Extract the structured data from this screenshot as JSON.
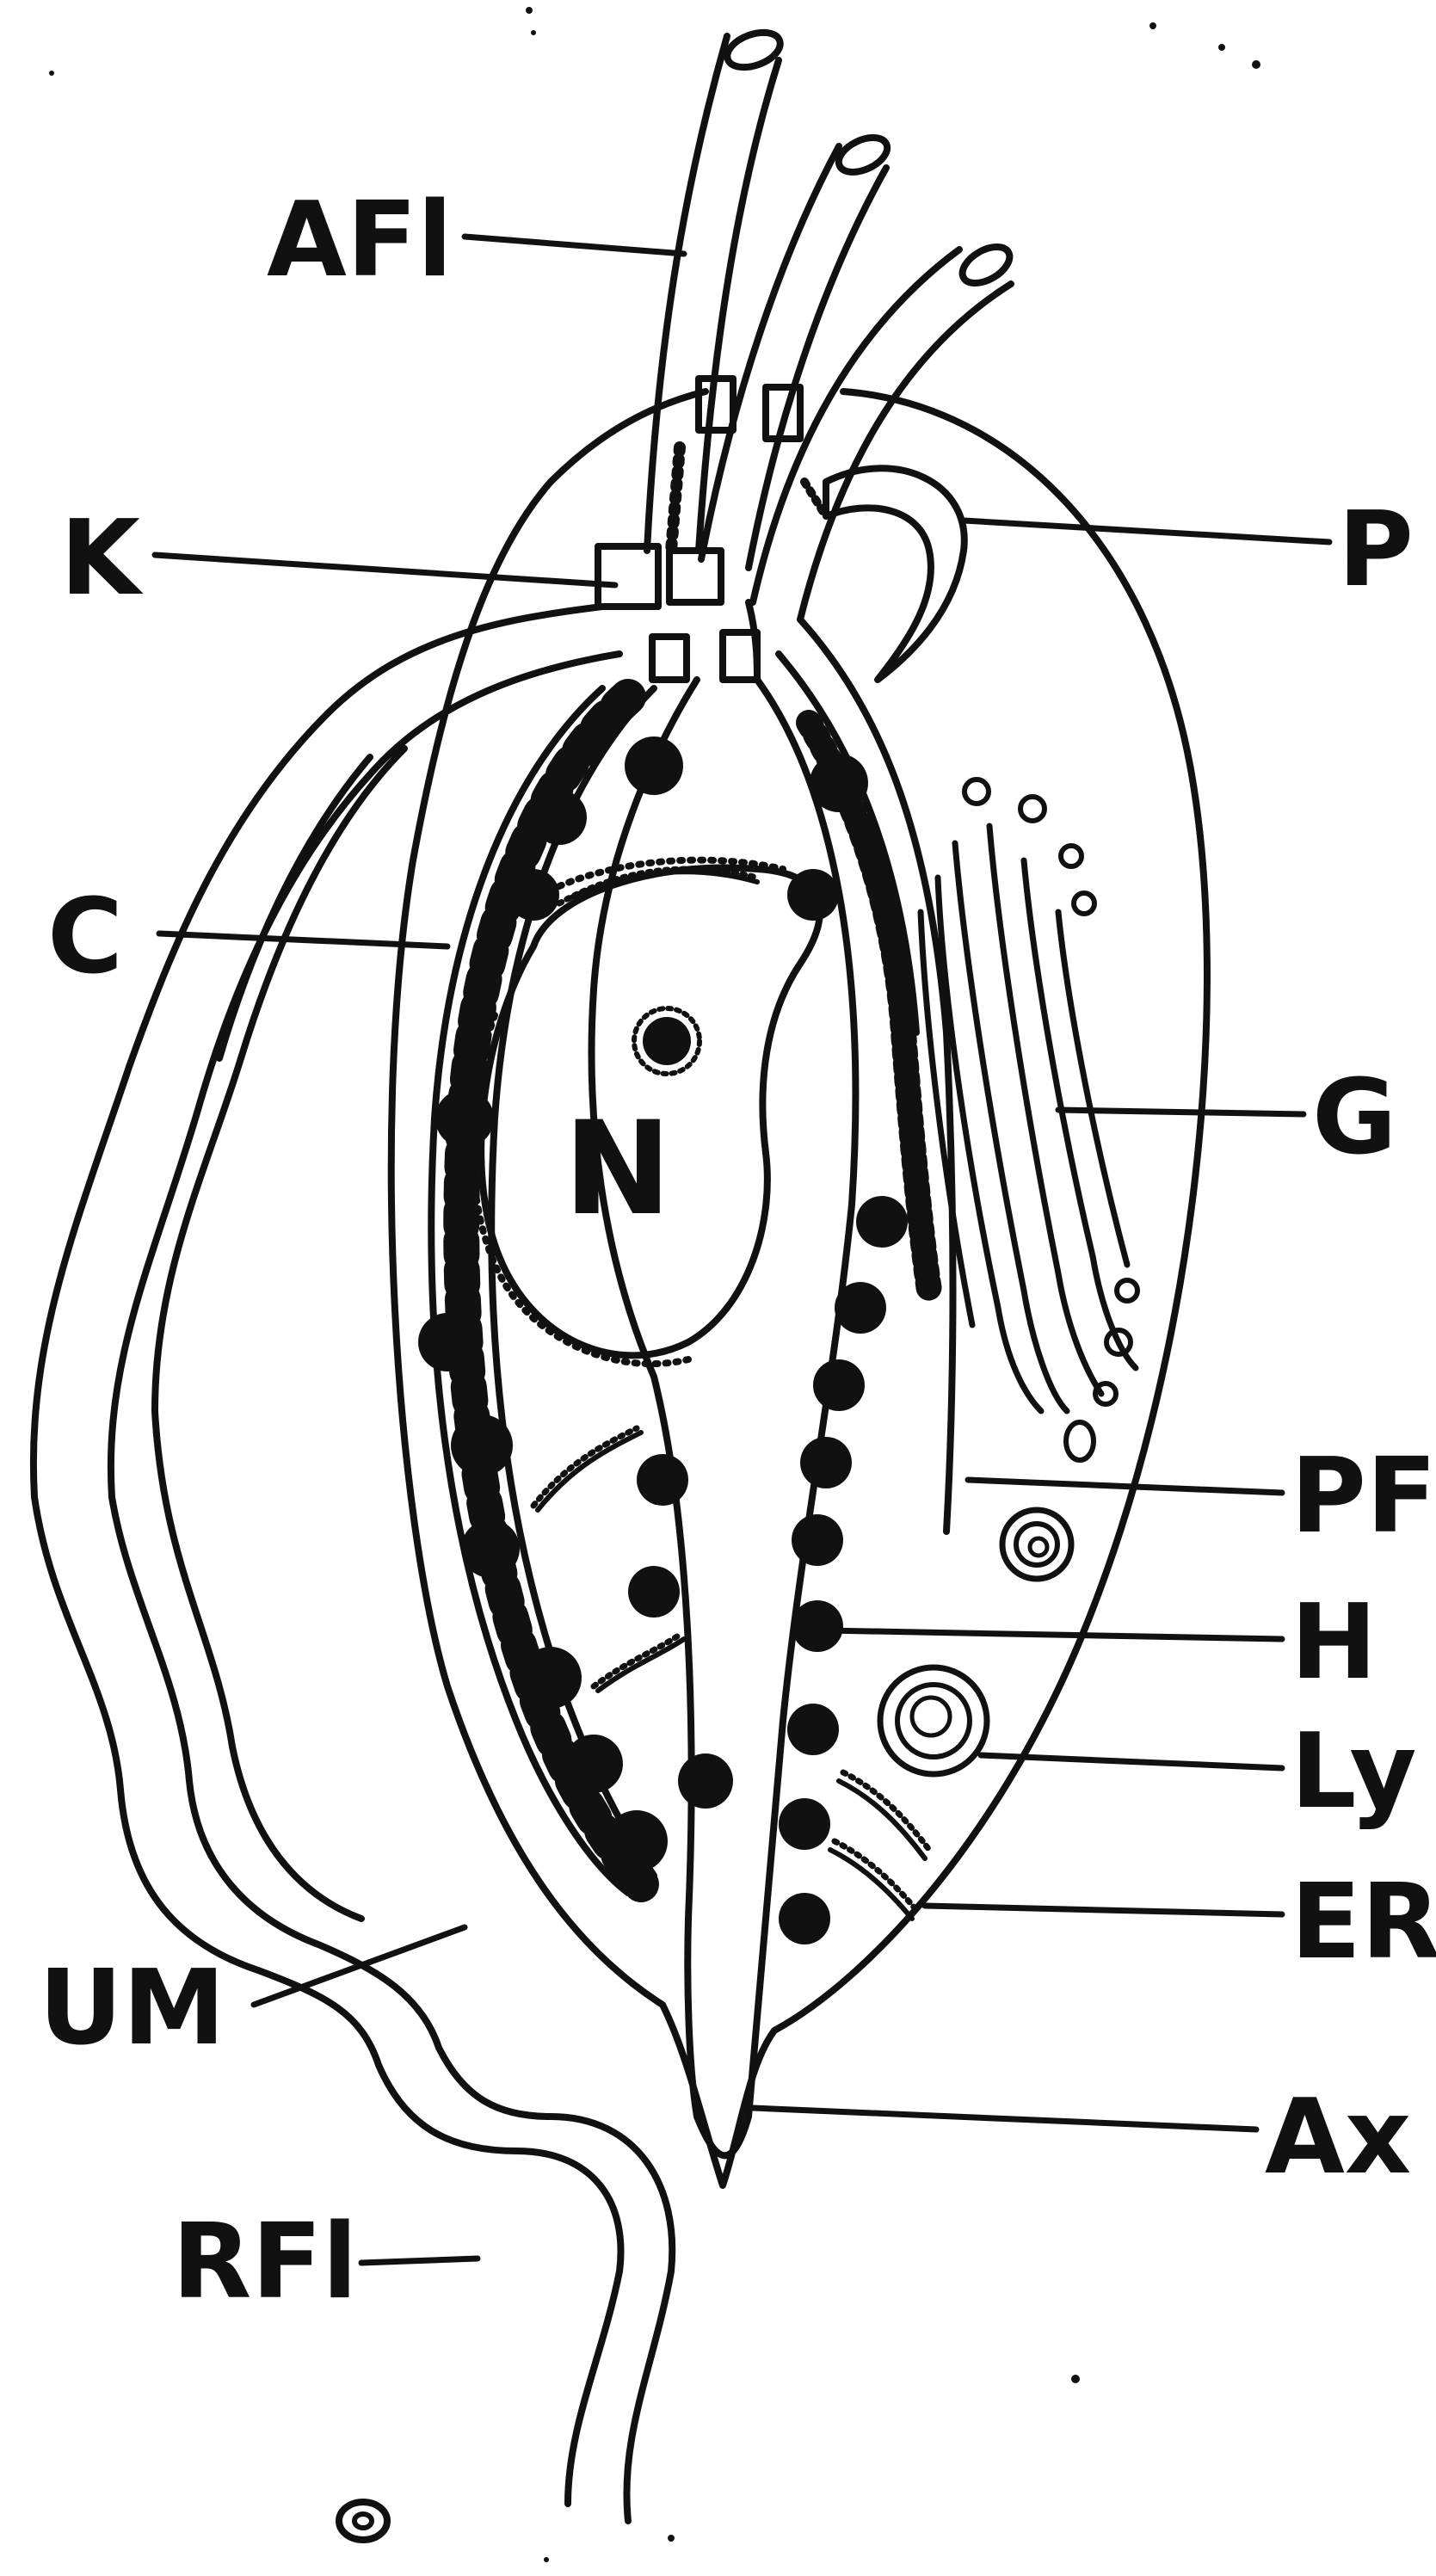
{
  "figure": {
    "ink_color": "#111111",
    "background": "#ffffff",
    "labels": {
      "AFl": "AFl",
      "K": "K",
      "P": "P",
      "C": "C",
      "G": "G",
      "N": "N",
      "PF": "PF",
      "H": "H",
      "Ly": "Ly",
      "ER": "ER",
      "UM": "UM",
      "Ax": "Ax",
      "RFl": "RFl"
    }
  }
}
